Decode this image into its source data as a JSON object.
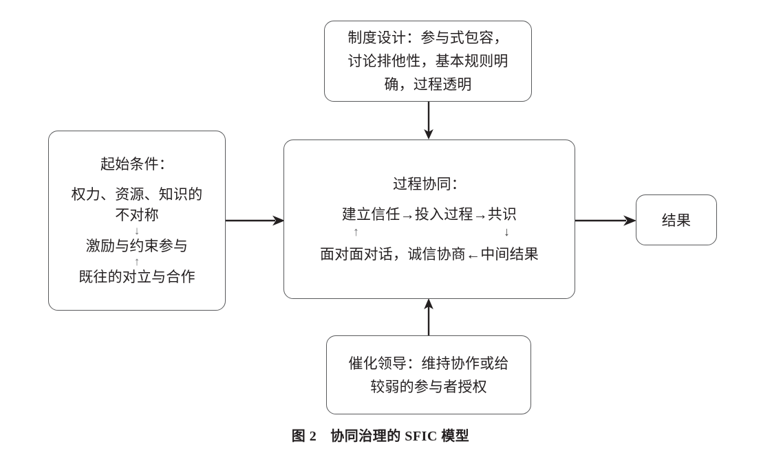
{
  "figure": {
    "caption_label": "图 2",
    "caption_title": "协同治理的 SFIC 模型",
    "background_color": "#ffffff",
    "box_border_color": "#58595b",
    "connector_color": "#231f20",
    "text_color": "#231f20"
  },
  "nodes": {
    "institutional_design": {
      "name": "制度设计",
      "lines": [
        "制度设计：参与式包容，",
        "讨论排他性，基本规则明",
        "确，过程透明"
      ]
    },
    "starting_conditions": {
      "name": "起始条件",
      "title": "起始条件：",
      "lines": [
        "权力、资源、知识的",
        "不对称"
      ],
      "arrow_down": "↓",
      "middle": "激励与约束参与",
      "arrow_up": "↑",
      "bottom": "既往的对立与合作"
    },
    "collaborative_process": {
      "name": "过程协同",
      "title": "过程协同：",
      "cycle_top": "建立信任→投入过程→共识",
      "cycle_bottom": "面对面对话，诚信协商←中间结果",
      "arrow_up": "↑",
      "arrow_down": "↓"
    },
    "catalytic_leadership": {
      "name": "催化领导",
      "lines": [
        "催化领导：维持协作或给",
        "较弱的参与者授权"
      ]
    },
    "outcome": {
      "name": "结果",
      "label": "结果"
    }
  },
  "connectors": [
    {
      "id": "institutional-design-to-process",
      "from": "institutional_design",
      "to": "collaborative_process",
      "direction": "down",
      "arrowhead": true
    },
    {
      "id": "starting-conditions-to-process",
      "from": "starting_conditions",
      "to": "collaborative_process",
      "direction": "right",
      "arrowhead": true
    },
    {
      "id": "catalytic-leadership-to-process",
      "from": "catalytic_leadership",
      "to": "collaborative_process",
      "direction": "up",
      "arrowhead": true
    },
    {
      "id": "process-to-outcome",
      "from": "collaborative_process",
      "to": "outcome",
      "direction": "right",
      "arrowhead": true
    }
  ]
}
